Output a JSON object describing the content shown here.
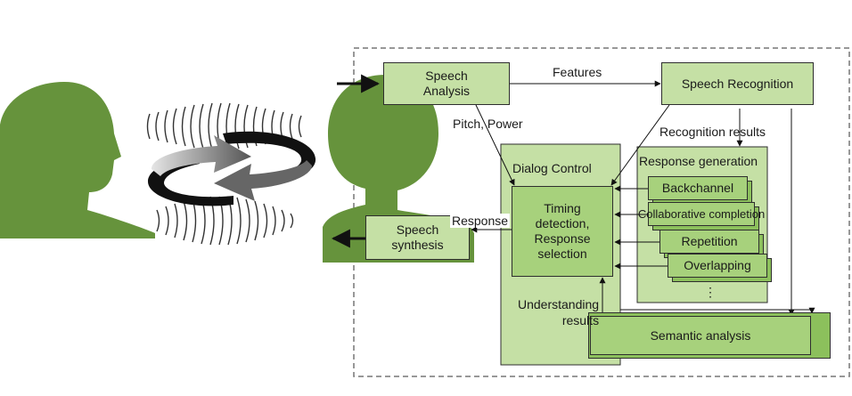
{
  "boxes": {
    "speech_analysis": "Speech\nAnalysis",
    "speech_recognition": "Speech Recognition",
    "speech_synthesis": "Speech\nsynthesis",
    "timing": "Timing\ndetection,\nResponse\nselection",
    "backchannel": "Backchannel",
    "collab": "Collaborative completion",
    "repetition": "Repetition",
    "overlapping": "Overlapping",
    "semantic": "Semantic analysis"
  },
  "labels": {
    "features": "Features",
    "pitch_power": "Pitch, Power",
    "recognition_results": "Recognition results",
    "dialog_control": "Dialog Control",
    "response_generation": "Response generation",
    "response": "Response",
    "understanding_results": "Understanding\nresults",
    "ellipsis": "⋮"
  },
  "colors": {
    "head_green": "#66933c",
    "box_light": "#c5e0a5",
    "box_mid": "#a7d17c",
    "box_dark": "#8cc05c"
  }
}
